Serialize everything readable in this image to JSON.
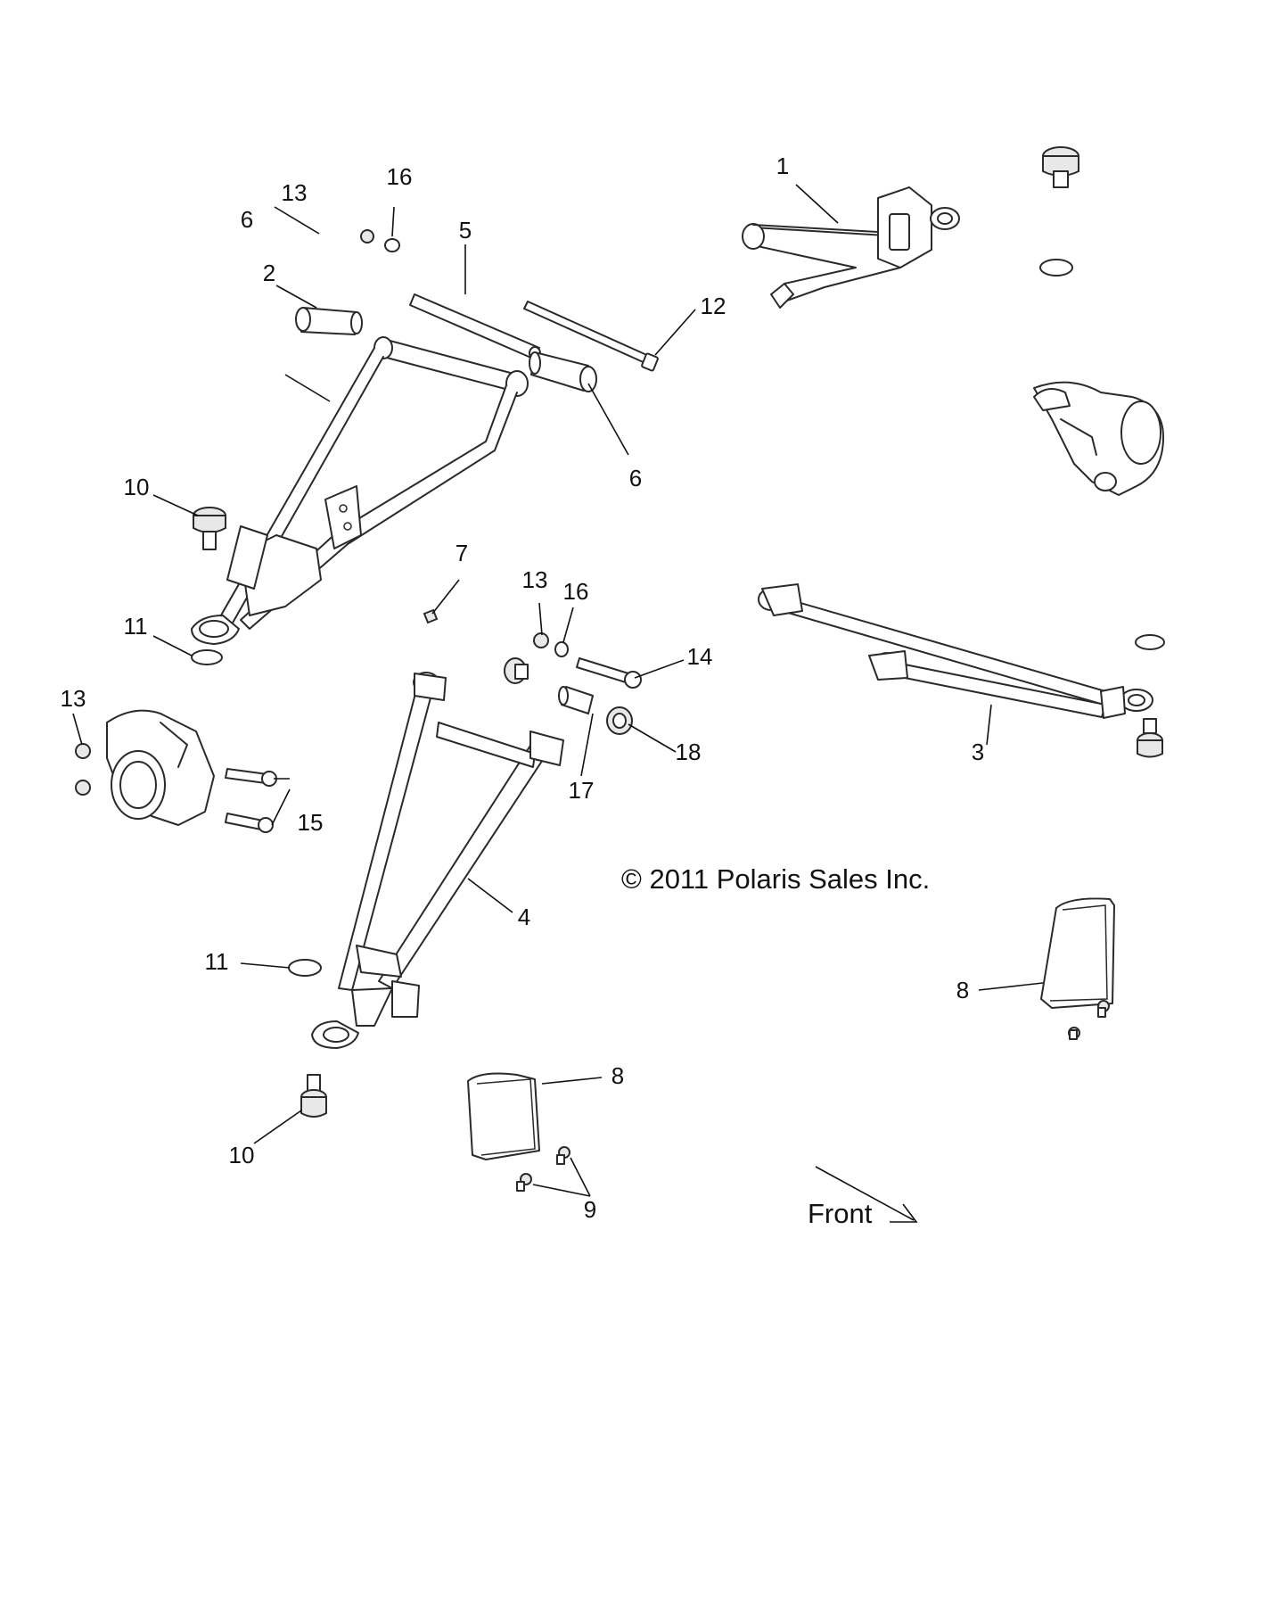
{
  "copyright": "© 2011 Polaris Sales Inc.",
  "direction_label": "Front",
  "callouts": [
    {
      "id": "c1",
      "label": "1"
    },
    {
      "id": "c2",
      "label": "2"
    },
    {
      "id": "c3",
      "label": "3"
    },
    {
      "id": "c4",
      "label": "4"
    },
    {
      "id": "c5",
      "label": "5"
    },
    {
      "id": "c6a",
      "label": "6"
    },
    {
      "id": "c6b",
      "label": "6"
    },
    {
      "id": "c7",
      "label": "7"
    },
    {
      "id": "c8a",
      "label": "8"
    },
    {
      "id": "c8b",
      "label": "8"
    },
    {
      "id": "c9",
      "label": "9"
    },
    {
      "id": "c10a",
      "label": "10"
    },
    {
      "id": "c10b",
      "label": "10"
    },
    {
      "id": "c11a",
      "label": "11"
    },
    {
      "id": "c11b",
      "label": "11"
    },
    {
      "id": "c12",
      "label": "12"
    },
    {
      "id": "c13a",
      "label": "13"
    },
    {
      "id": "c13b",
      "label": "13"
    },
    {
      "id": "c13c",
      "label": "13"
    },
    {
      "id": "c14",
      "label": "14"
    },
    {
      "id": "c15",
      "label": "15"
    },
    {
      "id": "c16a",
      "label": "16"
    },
    {
      "id": "c16b",
      "label": "16"
    },
    {
      "id": "c17",
      "label": "17"
    },
    {
      "id": "c18",
      "label": "18"
    }
  ]
}
